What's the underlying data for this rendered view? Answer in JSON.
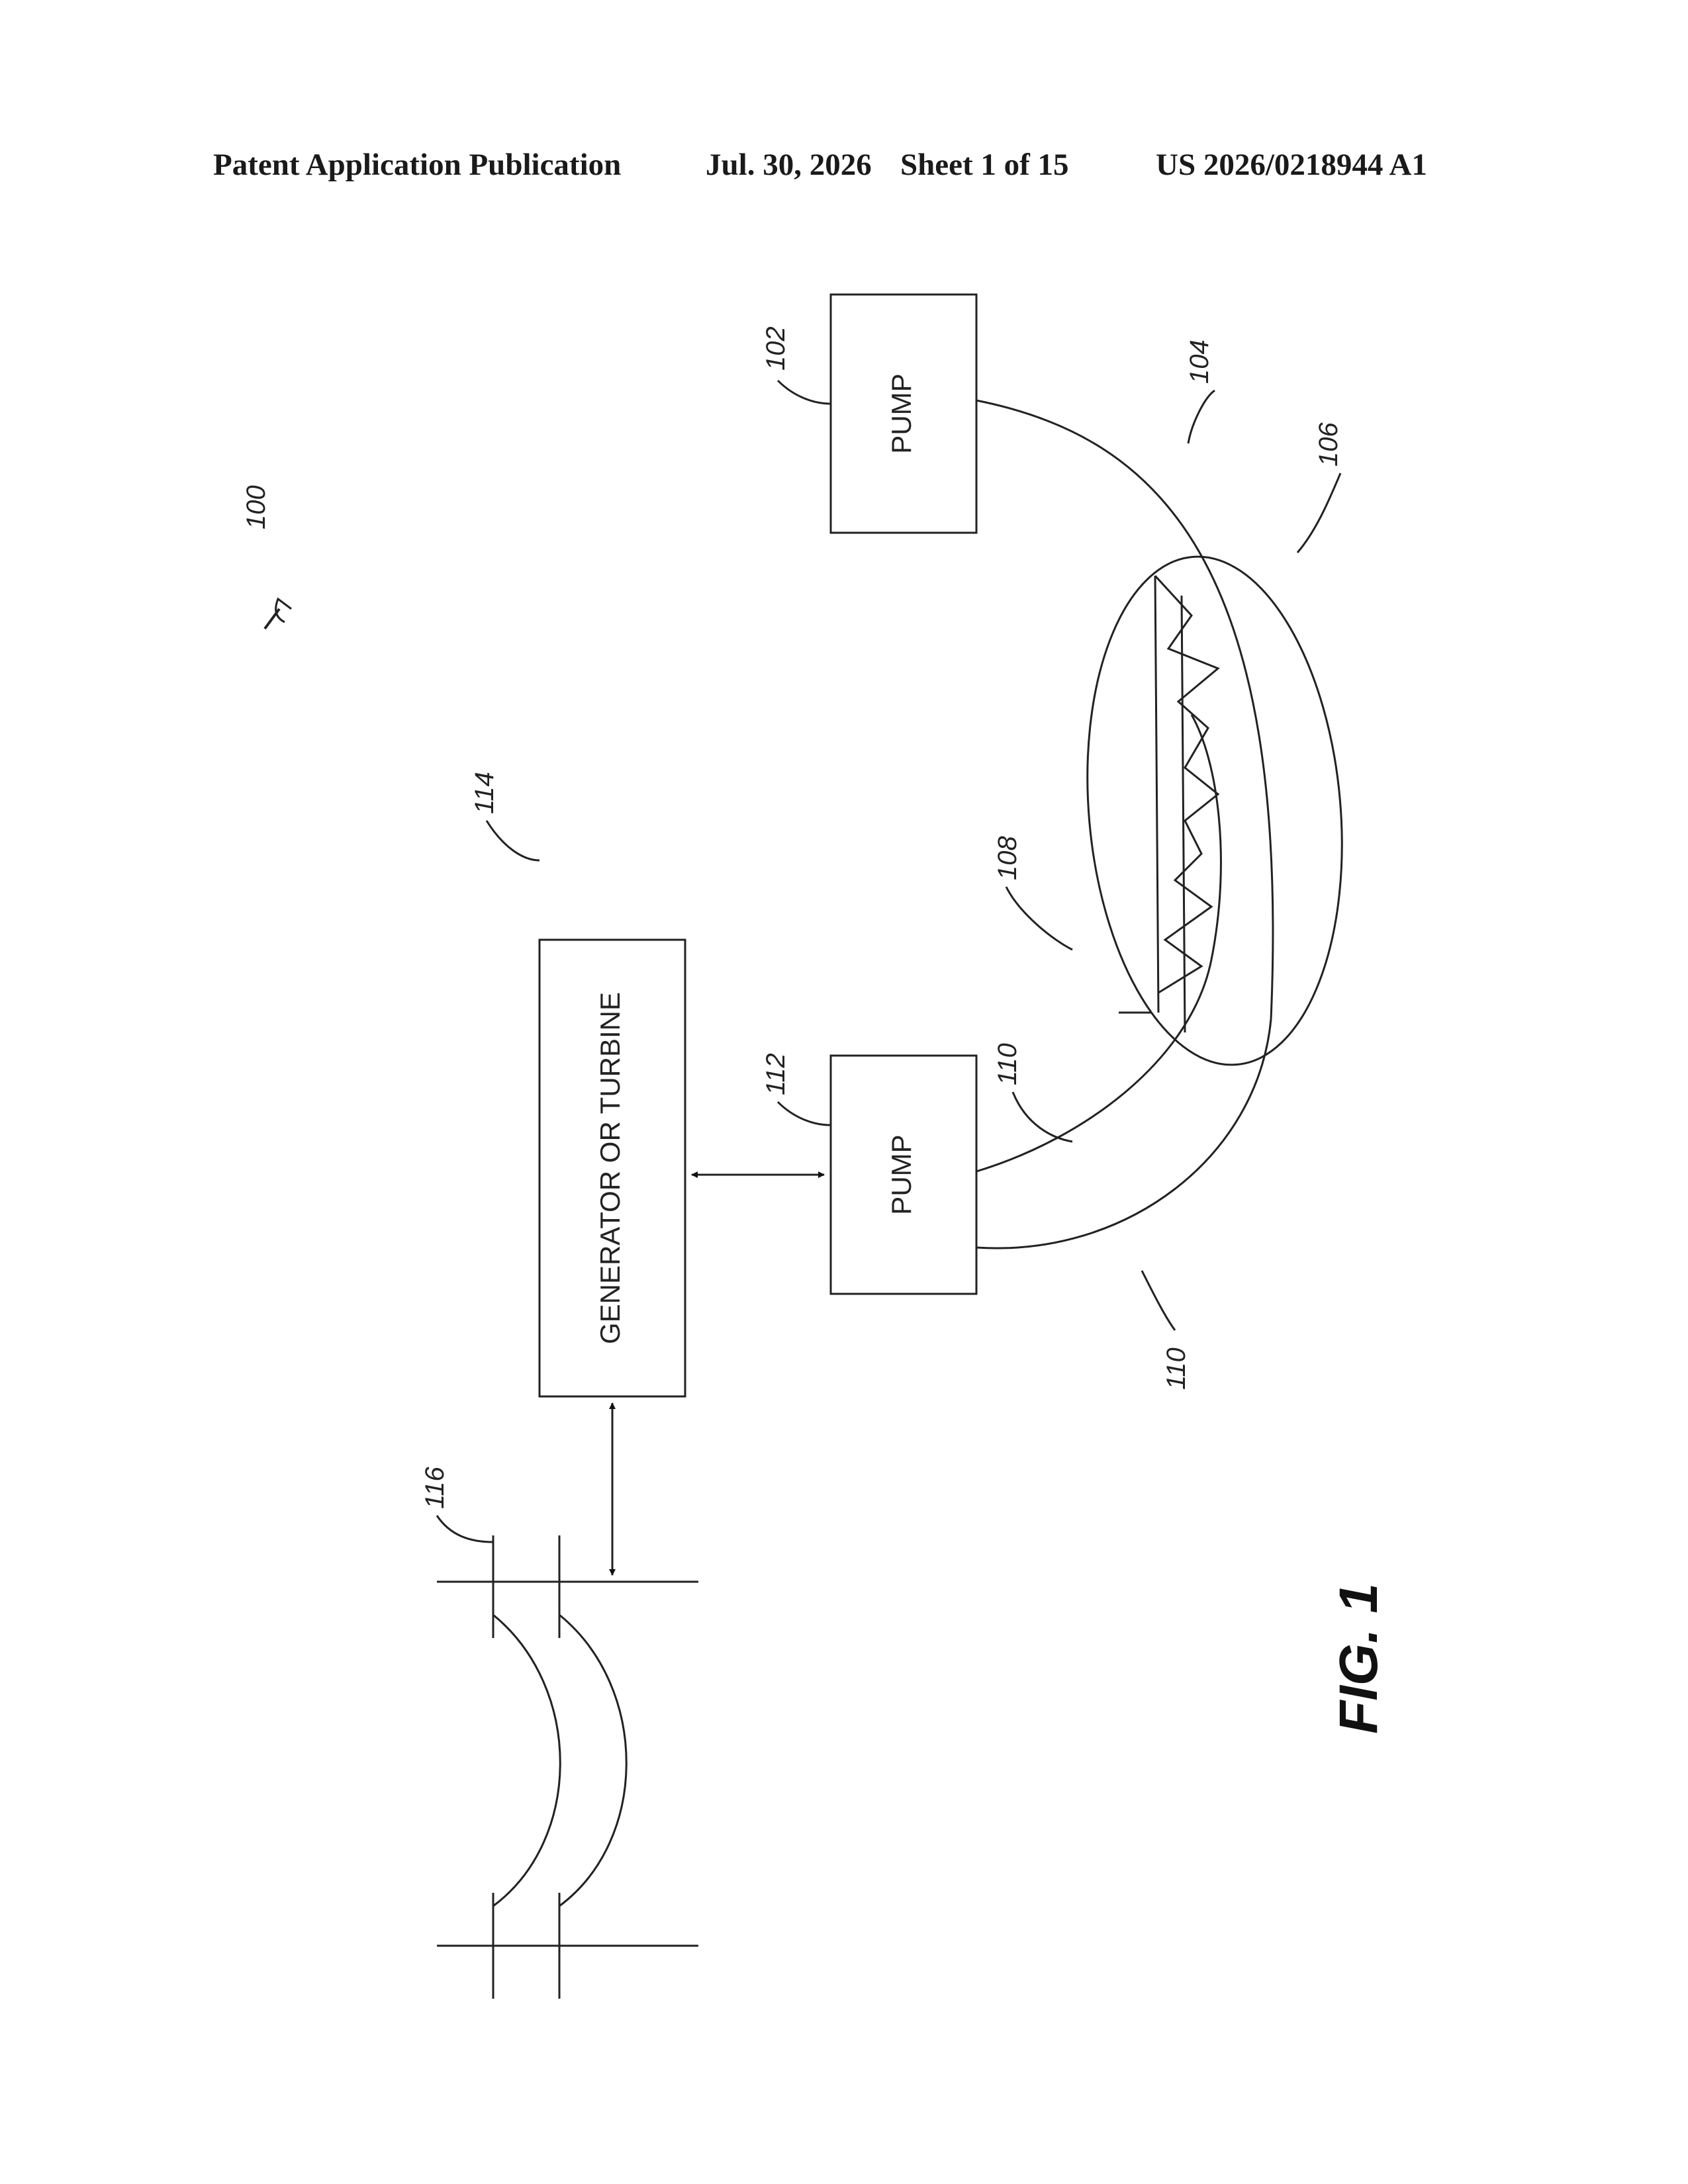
{
  "header": {
    "publication": "Patent Application Publication",
    "date": "Jul. 30, 2026",
    "sheet": "Sheet 1 of 15",
    "number": "US 2026/0218944 A1"
  },
  "figure": {
    "caption": "FIG. 1",
    "boxes": {
      "pump_top": "PUMP",
      "pump_bottom": "PUMP",
      "generator": "GENERATOR OR TURBINE"
    },
    "refs": {
      "r100": "100",
      "r102": "102",
      "r104": "104",
      "r106": "106",
      "r108": "108",
      "r110a": "110",
      "r110b": "110",
      "r112": "112",
      "r114": "114",
      "r116": "116"
    }
  }
}
